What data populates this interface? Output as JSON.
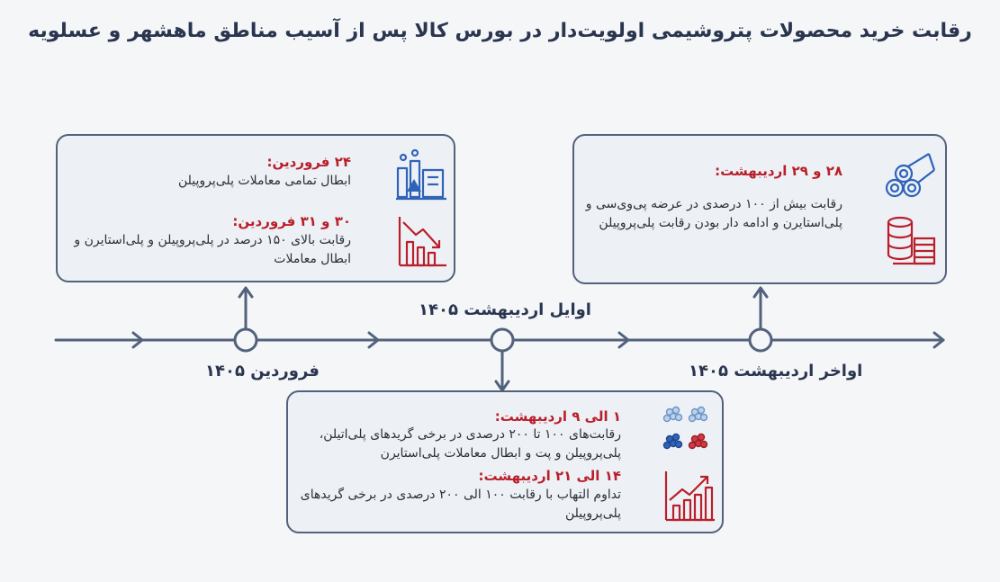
{
  "title": "رقابت خرید محصولات پتروشیمی اولویت‌دار در بورس کالا پس از آسیب مناطق ماهشهر و عسلویه",
  "timeline": {
    "label_farvardin": "فروردین ۱۴۰۵",
    "label_early_ordibehesht": "اوایل اردیبهشت ۱۴۰۵",
    "label_late_ordibehesht": "اواخر اردیبهشت ۱۴۰۵"
  },
  "card_farvardin": {
    "item1_heading": "۲۴ فروردین:",
    "item1_text": "ابطال تمامی معاملات پلی‌پروپیلن",
    "item2_heading": "۳۰ و ۳۱ فروردین:",
    "item2_text": "رقابت بالای ۱۵۰ درصد در پلی‌پروپیلن و پلی‌استایرن و ابطال معاملات"
  },
  "card_late": {
    "item1_heading": "۲۸ و ۲۹ اردیبهشت:",
    "item1_text": "رقابت بیش از ۱۰۰ درصدی در عرضه پی‌وی‌سی و پلی‌استایرن و ادامه دار بودن رقابت پلی‌پروپیلن"
  },
  "card_early": {
    "item1_heading": "۱ الی ۹ اردیبهشت:",
    "item1_text": "رقابت‌های ۱۰۰ تا ۲۰۰ درصدی در برخی گریدهای پلی‌اتیلن، پلی‌پروپیلن و پت و ابطال معاملات پلی‌استایرن",
    "item2_heading": "۱۴ الی ۲۱ اردیبهشت:",
    "item2_text": "تداوم التهاب با رقابت ۱۰۰ الی ۲۰۰ درصدی در برخی گریدهای پلی‌پروپیلن"
  },
  "icons": {
    "factory": "factory-icon",
    "decline": "decline-chart-icon",
    "pipes": "pipes-icon",
    "barrels": "barrels-icon",
    "granules": "granules-icon",
    "growth": "growth-chart-icon"
  },
  "colors": {
    "line": "#53627c",
    "accent_red": "#b91f2a",
    "icon_blue": "#2f63b8",
    "title": "#2a3550"
  }
}
